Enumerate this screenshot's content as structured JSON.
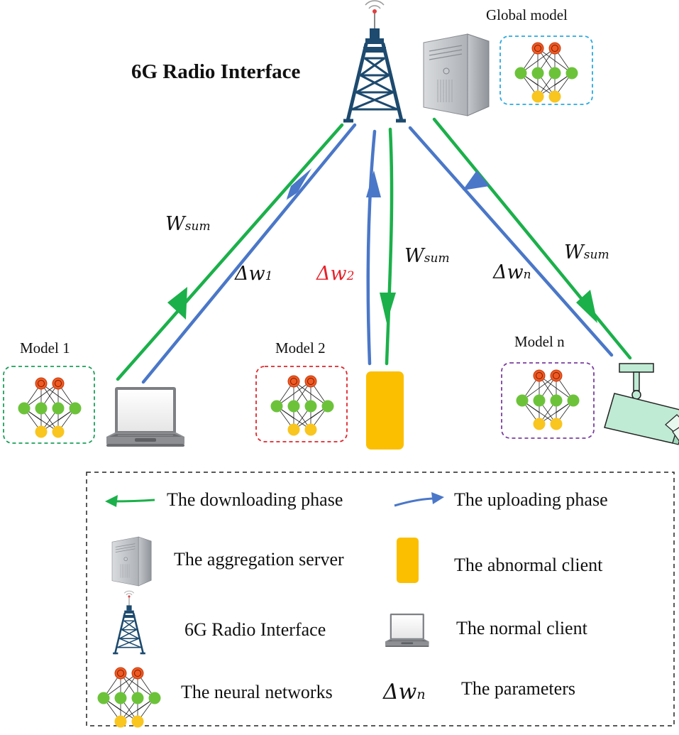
{
  "title": "6G Radio Interface",
  "global_model_label": "Global model",
  "models": [
    {
      "label": "Model 1",
      "border": "#1aa05a"
    },
    {
      "label": "Model 2",
      "border": "#e0252b"
    },
    {
      "label": "Model n",
      "border": "#7a3e9e"
    }
  ],
  "global_border": "#29a9e0",
  "arrows": {
    "w_sum_main": "W",
    "w_sum_sub": "sum",
    "dw1_main": "Δw",
    "dw1_sub": "1",
    "dw2_main": "Δw",
    "dw2_sub": "2",
    "dwn_main": "Δw",
    "dwn_sub": "n"
  },
  "colors": {
    "download": "#1bb04a",
    "upload": "#4a77c8",
    "abnormal": "#fbbf00",
    "highlight": "#e8202a"
  },
  "legend": {
    "download": "The downloading phase",
    "upload": "The uploading phase",
    "server": "The aggregation server",
    "abnormal": "The abnormal  client",
    "radio": "6G Radio Interface",
    "normal": "The normal client",
    "nn": "The neural networks",
    "params_main": "Δw",
    "params_sub": "n",
    "params": "The parameters"
  },
  "icons": [
    "tower-icon",
    "server-icon",
    "laptop-icon",
    "camera-icon",
    "neural-network-icon",
    "phone-icon"
  ]
}
